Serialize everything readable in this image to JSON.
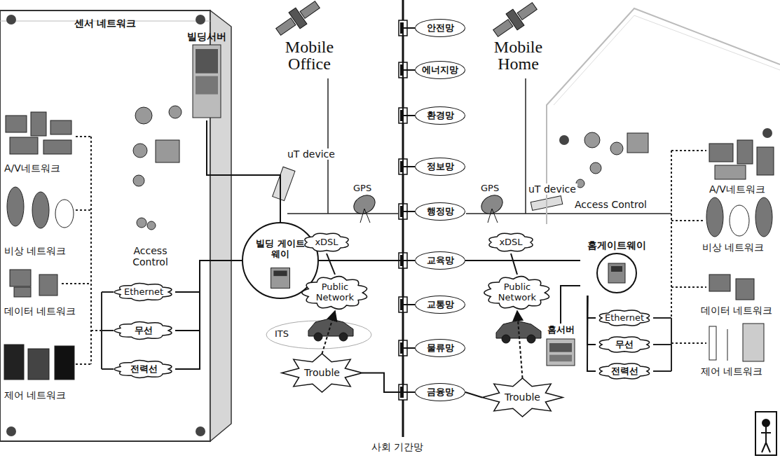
{
  "diagram": {
    "nodes": [
      {
        "text": [
          "센서 네트워크"
        ]
      },
      {
        "text": [
          "Ethernet"
        ],
        "in": 0
      },
      {
        "text": [
          "무선"
        ],
        "in": 0
      },
      {
        "text": [
          "전력선"
        ],
        "in": 0
      },
      {
        "text": [
          "빌딩서버"
        ]
      },
      {
        "text": [
          "빌딩 게이트웨이"
        ]
      },
      {
        "text": [
          "xDSL"
        ]
      },
      {
        "text": [
          "Public Network"
        ]
      },
      {
        "text": [
          "Trouble"
        ]
      },
      {
        "text": [
          "안전망"
        ]
      },
      {
        "text": [
          "에너지망"
        ]
      },
      {
        "text": [
          "환경망"
        ]
      },
      {
        "text": [
          "정보망"
        ]
      },
      {
        "text": [
          "행정망"
        ]
      },
      {
        "text": [
          "교육망"
        ]
      },
      {
        "text": [
          "교통망"
        ]
      },
      {
        "text": [
          "물류망"
        ]
      },
      {
        "text": [
          "금융망"
        ]
      },
      {
        "text": [
          "xDSL"
        ]
      },
      {
        "text": [
          "Public Network"
        ]
      },
      {
        "text": [
          "Trouble"
        ]
      },
      {
        "text": [
          "홈게이트웨이"
        ]
      },
      {
        "text": [
          "홈서버"
        ]
      },
      {
        "text": [
          "Ethernet"
        ]
      },
      {
        "text": [
          "무선"
        ]
      },
      {
        "text": [
          "전력선"
        ]
      }
    ],
    "edges": [
      {
        "from": 1,
        "to": 5,
        "arrow": "none"
      },
      {
        "from": 2,
        "to": 5,
        "arrow": "none"
      },
      {
        "from": 3,
        "to": 5,
        "arrow": "none"
      },
      {
        "from": 4,
        "to": 5,
        "arrow": "none"
      },
      {
        "from": 5,
        "to": 14,
        "arrow": "none"
      },
      {
        "from": 6,
        "to": 7,
        "arrow": "none"
      },
      {
        "from": 8,
        "to": 7,
        "arrow": "to"
      },
      {
        "from": 8,
        "to": 17,
        "arrow": "none"
      },
      {
        "from": 9,
        "to": 10,
        "arrow": "none"
      },
      {
        "from": 10,
        "to": 11,
        "arrow": "none"
      },
      {
        "from": 11,
        "to": 12,
        "arrow": "none"
      },
      {
        "from": 12,
        "to": 13,
        "arrow": "none"
      },
      {
        "from": 13,
        "to": 14,
        "arrow": "none"
      },
      {
        "from": 14,
        "to": 15,
        "arrow": "none"
      },
      {
        "from": 15,
        "to": 16,
        "arrow": "none"
      },
      {
        "from": 16,
        "to": 17,
        "arrow": "none"
      },
      {
        "from": 14,
        "to": 21,
        "arrow": "none"
      },
      {
        "from": 18,
        "to": 19,
        "arrow": "none"
      },
      {
        "from": 20,
        "to": 19,
        "arrow": "to"
      },
      {
        "from": 17,
        "to": 20,
        "arrow": "none"
      },
      {
        "from": 22,
        "to": 21,
        "arrow": "none"
      },
      {
        "from": 23,
        "to": 21,
        "arrow": "none"
      },
      {
        "from": 24,
        "to": 21,
        "arrow": "none"
      },
      {
        "from": 25,
        "to": 21,
        "arrow": "none"
      }
    ],
    "labels": [
      "A/V네트워크",
      "비상 네트워크",
      "데이터 네트워크",
      "제어 네트워크",
      "Access Control",
      "Mobile Office",
      "uT device",
      "GPS",
      "ITS",
      "Mobile Home",
      "GPS",
      "uT device",
      "Access Control",
      "A/V네트워크",
      "비상 네트워크",
      "데이터 네트워크",
      "제어 네트워크",
      "사회 기간망"
    ]
  }
}
